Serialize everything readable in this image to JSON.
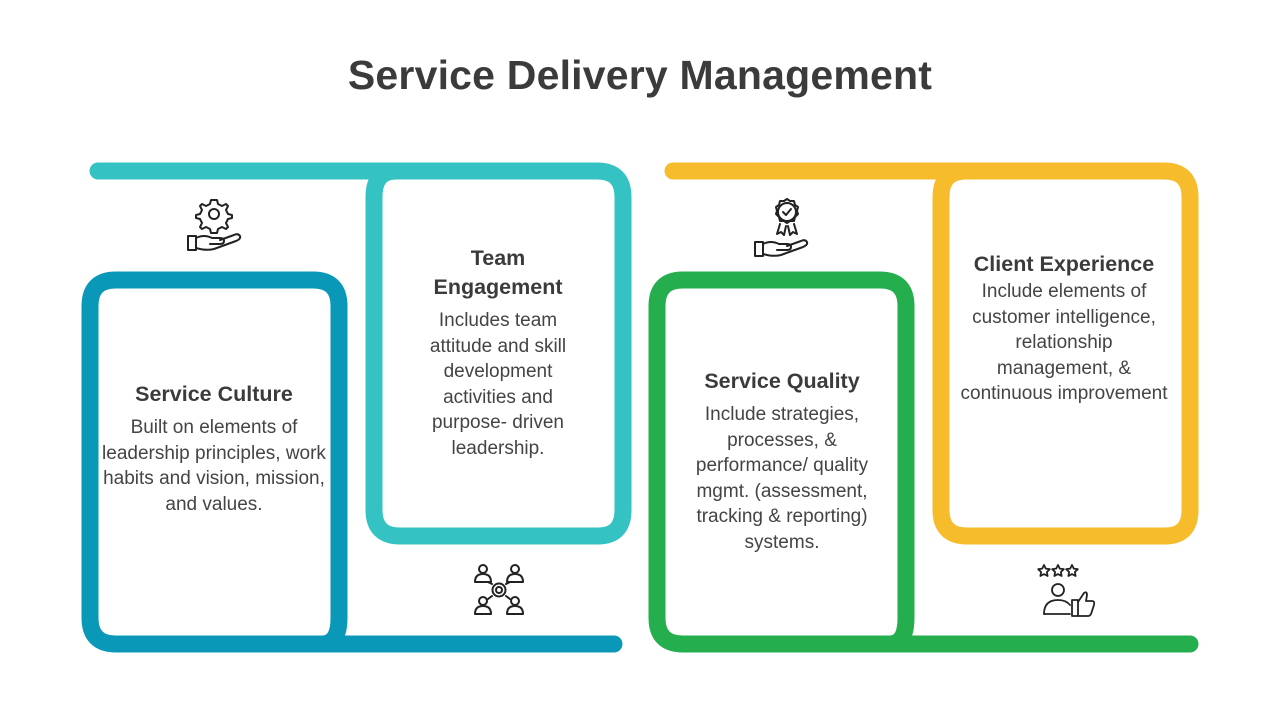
{
  "title": "Service Delivery Management",
  "colors": {
    "teal": "#34C3C2",
    "blue": "#0A98B9",
    "green": "#24AE4E",
    "yellow": "#F6BC2B",
    "text": "#3B3B3B"
  },
  "cards": [
    {
      "heading": "Service Culture",
      "body": "Built on elements of leadership principles, work habits and vision, mission, and values.",
      "icon": "gear-hand-icon",
      "color": "blue"
    },
    {
      "heading": "Team Engagement",
      "body": "Includes team attitude and skill development activities and purpose- driven leadership.",
      "icon": "team-network-icon",
      "color": "teal"
    },
    {
      "heading": "Service Quality",
      "body": "Include strategies, processes, & performance/ quality mgmt. (assessment, tracking & reporting) systems.",
      "icon": "award-hand-icon",
      "color": "green"
    },
    {
      "heading": "Client Experience",
      "body": "Include elements of customer intelligence, relationship management, & continuous improvement",
      "icon": "customer-rating-icon",
      "color": "yellow"
    }
  ]
}
